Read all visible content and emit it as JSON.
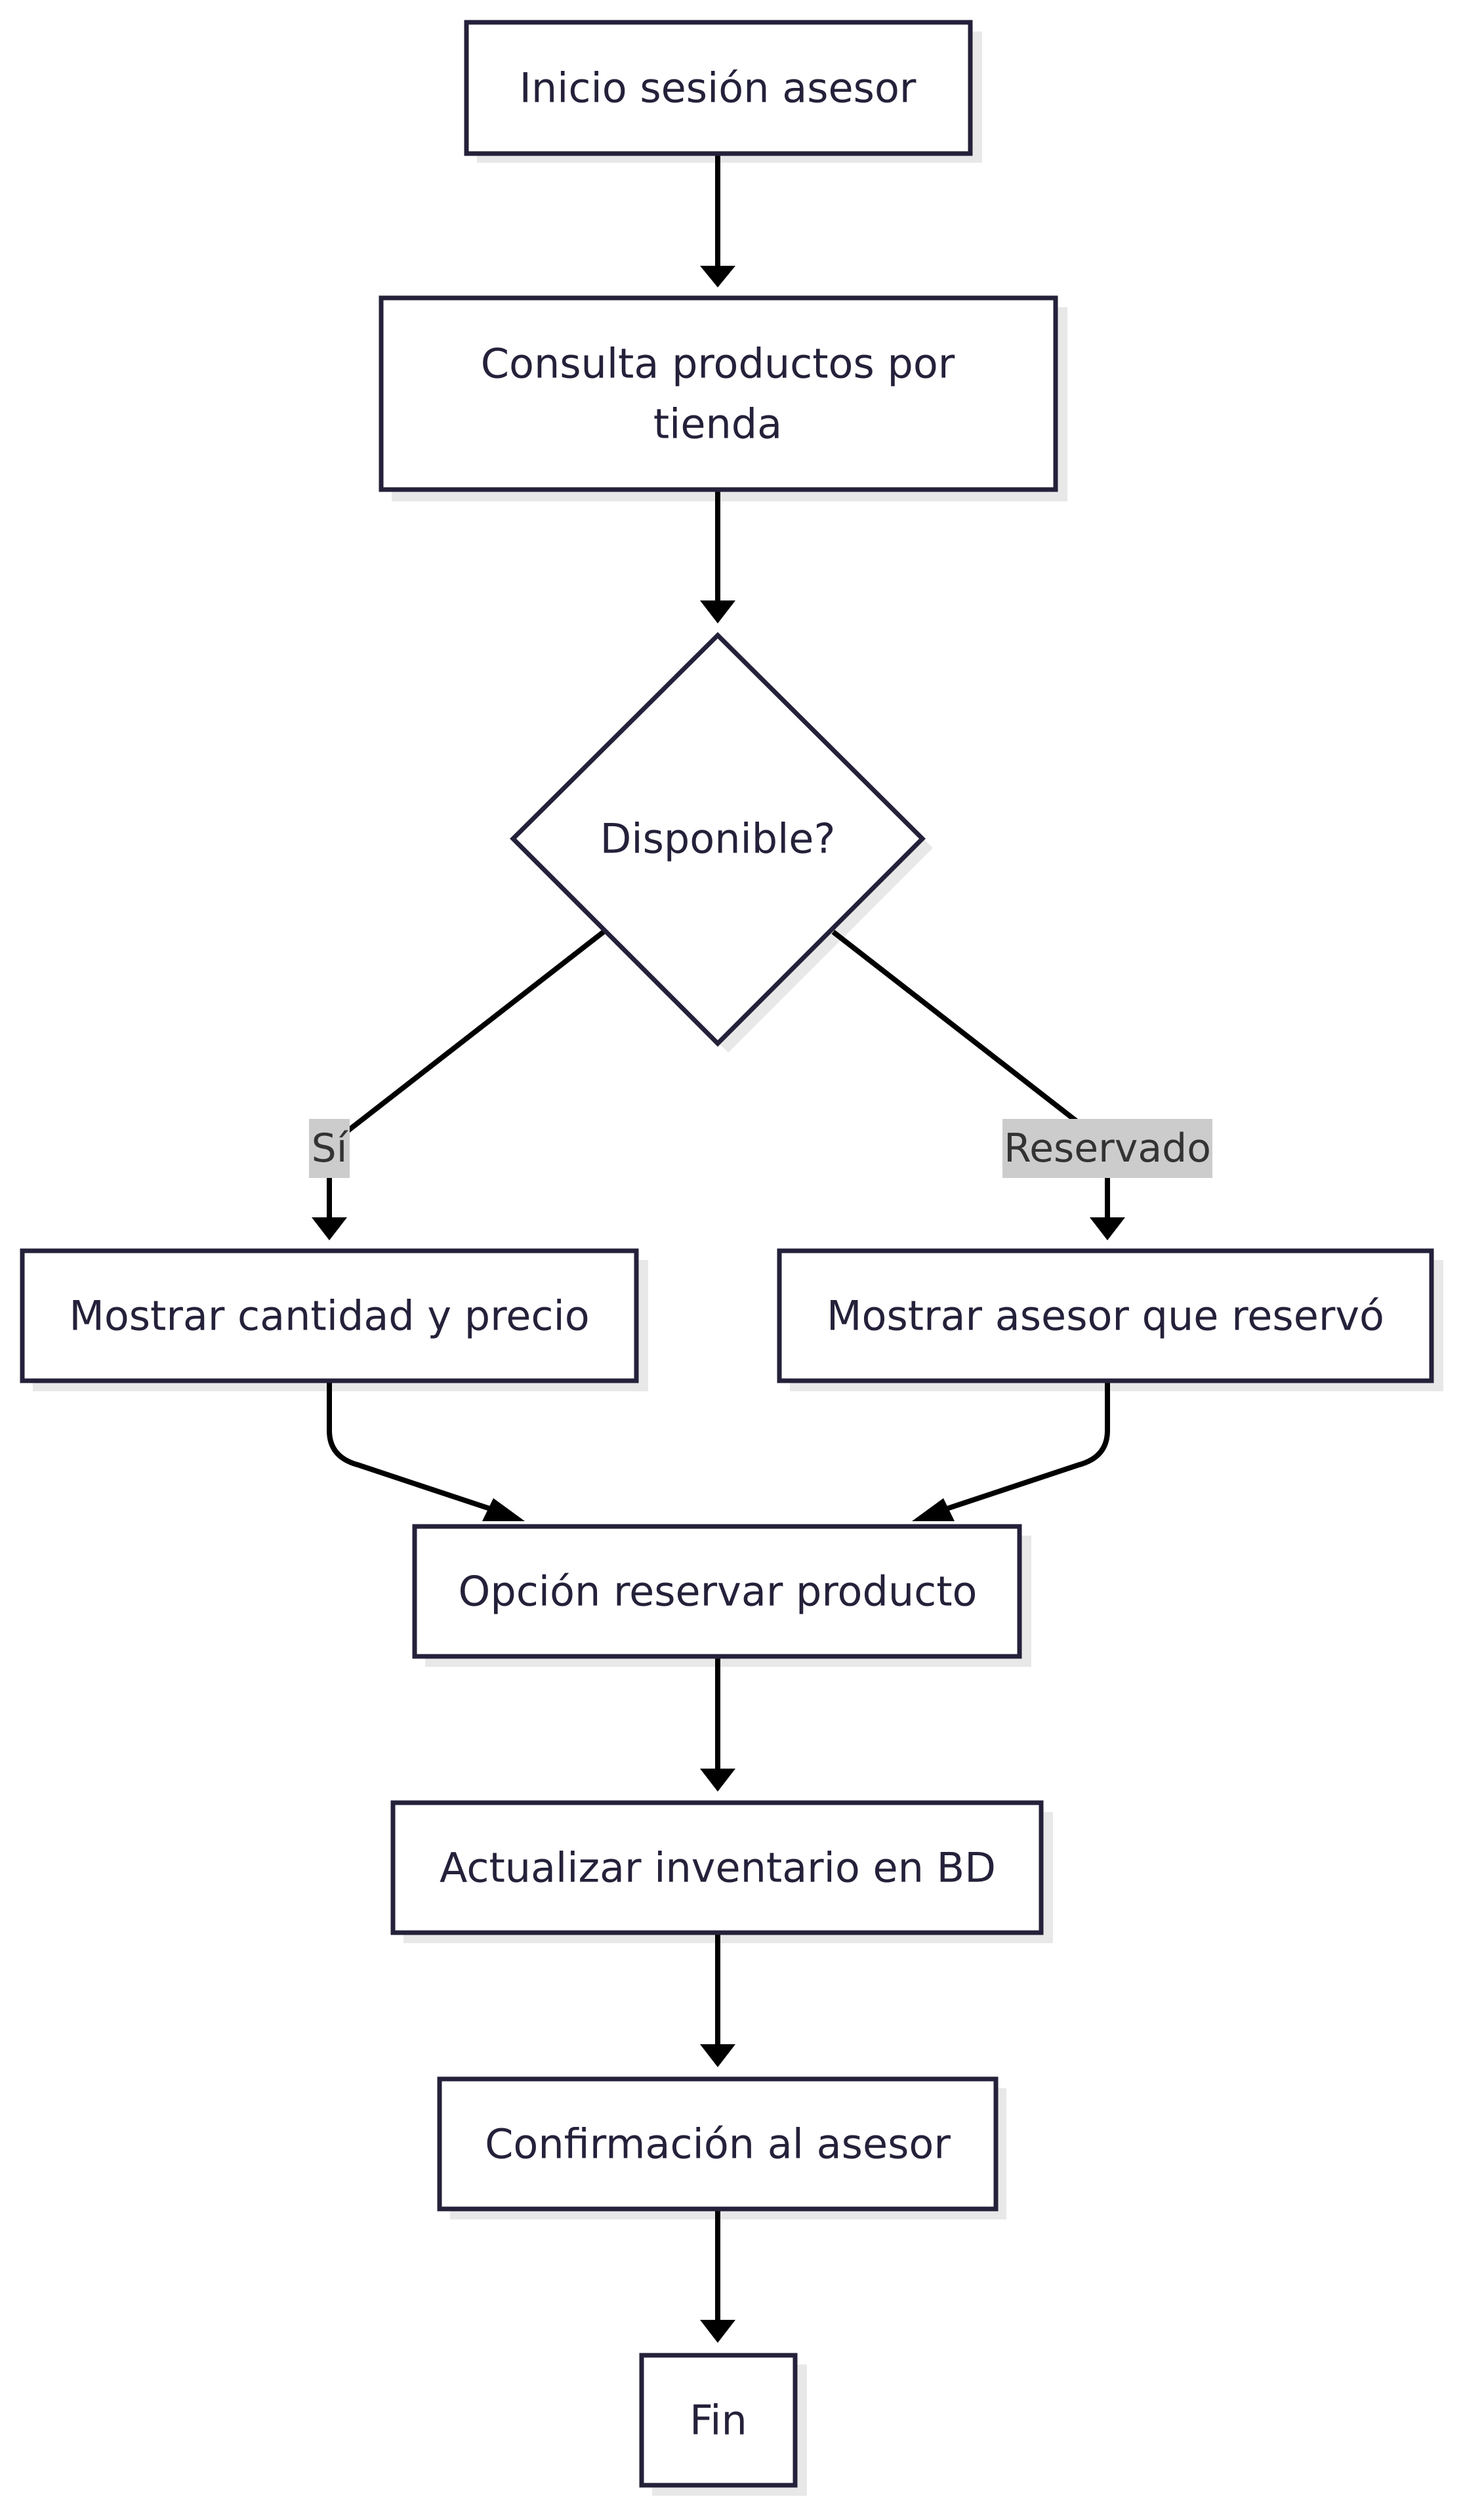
{
  "nodes": {
    "inicio": "Inicio sesión asesor",
    "consulta_line1": "Consulta productos por",
    "consulta_line2": "tienda",
    "disponible": "Disponible?",
    "mostrar_cantidad": "Mostrar cantidad y precio",
    "mostrar_asesor": "Mostrar asesor que reservó",
    "opcion_reservar": "Opción reservar producto",
    "actualizar": "Actualizar inventario en BD",
    "confirmacion": "Confirmación al asesor",
    "fin": "Fin"
  },
  "edges": {
    "si_label": "Sí",
    "reservado_label": "Reservado"
  },
  "colors": {
    "node_stroke": "#24213a",
    "edge": "#000000",
    "label_bg": "#cccccc"
  }
}
